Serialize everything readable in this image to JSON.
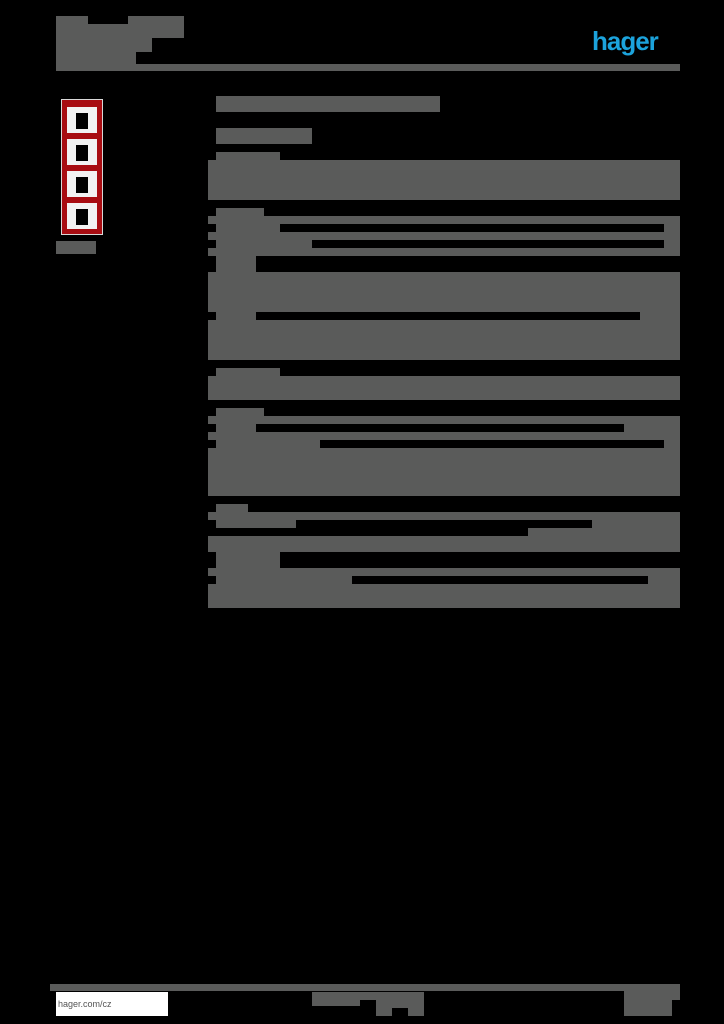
{
  "header": {
    "logo_text": "hager",
    "logo_color": "#1ca3dc",
    "title_block": "",
    "rule_color": "#5a5b5a"
  },
  "product": {
    "image_alt": "4-gang frame, red",
    "frame_color": "#a80d12",
    "caption": ""
  },
  "content": {
    "heading": "",
    "subheading": "",
    "sections": [
      {
        "label": "",
        "lines": 2
      },
      {
        "label": "",
        "lines": 8
      },
      {
        "label": "",
        "lines": 2
      },
      {
        "label": "",
        "lines": 5
      },
      {
        "label": "",
        "lines": 6
      }
    ]
  },
  "footer": {
    "link": "hager.com/cz",
    "center_text": "",
    "right_text": ""
  },
  "colors": {
    "text_block": "#5a5b5a",
    "background": "#000000",
    "brand": "#1ca3dc"
  }
}
